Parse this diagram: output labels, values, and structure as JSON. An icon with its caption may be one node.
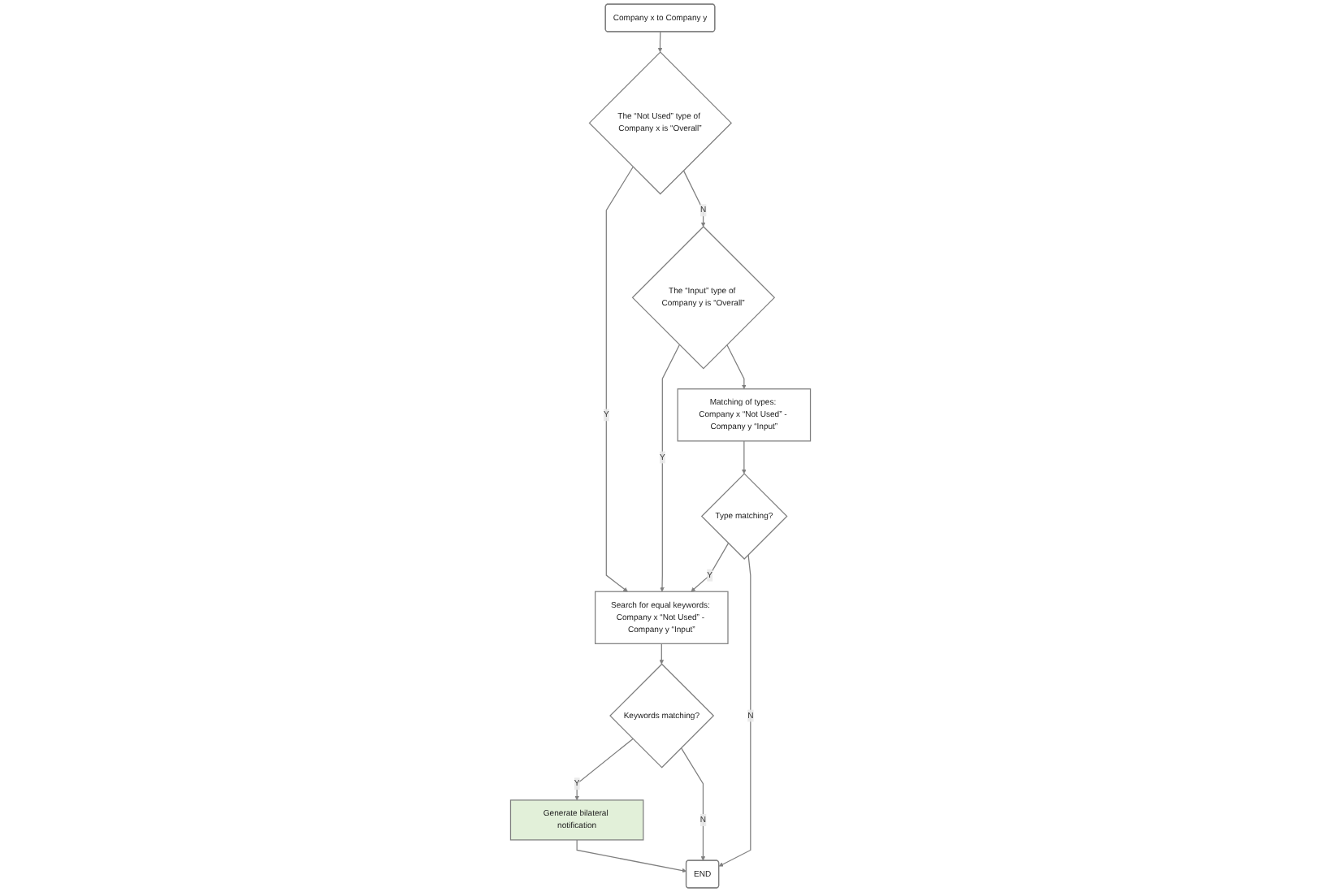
{
  "diagram": {
    "nodes": [
      {
        "text": [
          "Company x to Company y"
        ]
      },
      {
        "text": [
          "The “Not Used” type of Company x is “Overall”"
        ]
      },
      {
        "text": [
          "The “Input” type of Company y is “Overall”"
        ]
      },
      {
        "text": [
          "Matching of types: Company x “Not Used” - Company y “Input”"
        ]
      },
      {
        "text": [
          "Type matching?"
        ]
      },
      {
        "text": [
          "Search for equal keywords: Company x “Not Used” - Company y “Input”"
        ]
      },
      {
        "text": [
          "Keywords matching?"
        ]
      },
      {
        "text": [
          "Generate bilateral notification"
        ]
      },
      {
        "text": [
          "END"
        ]
      }
    ],
    "edges": [
      {
        "from": 0,
        "to": 1,
        "arrow": "to"
      },
      {
        "from": 1,
        "to": 5,
        "arrow": "to",
        "label": "Y"
      },
      {
        "from": 1,
        "to": 2,
        "arrow": "to",
        "label": "N"
      },
      {
        "from": 2,
        "to": 5,
        "arrow": "to",
        "label": "Y"
      },
      {
        "from": 2,
        "to": 3,
        "arrow": "to"
      },
      {
        "from": 3,
        "to": 4,
        "arrow": "to"
      },
      {
        "from": 4,
        "to": 5,
        "arrow": "to",
        "label": "Y"
      },
      {
        "from": 4,
        "to": 8,
        "arrow": "to",
        "label": "N"
      },
      {
        "from": 5,
        "to": 6,
        "arrow": "to"
      },
      {
        "from": 6,
        "to": 7,
        "arrow": "to",
        "label": "Y"
      },
      {
        "from": 6,
        "to": 8,
        "arrow": "to",
        "label": "N"
      },
      {
        "from": 7,
        "to": 8,
        "arrow": "to"
      }
    ]
  }
}
